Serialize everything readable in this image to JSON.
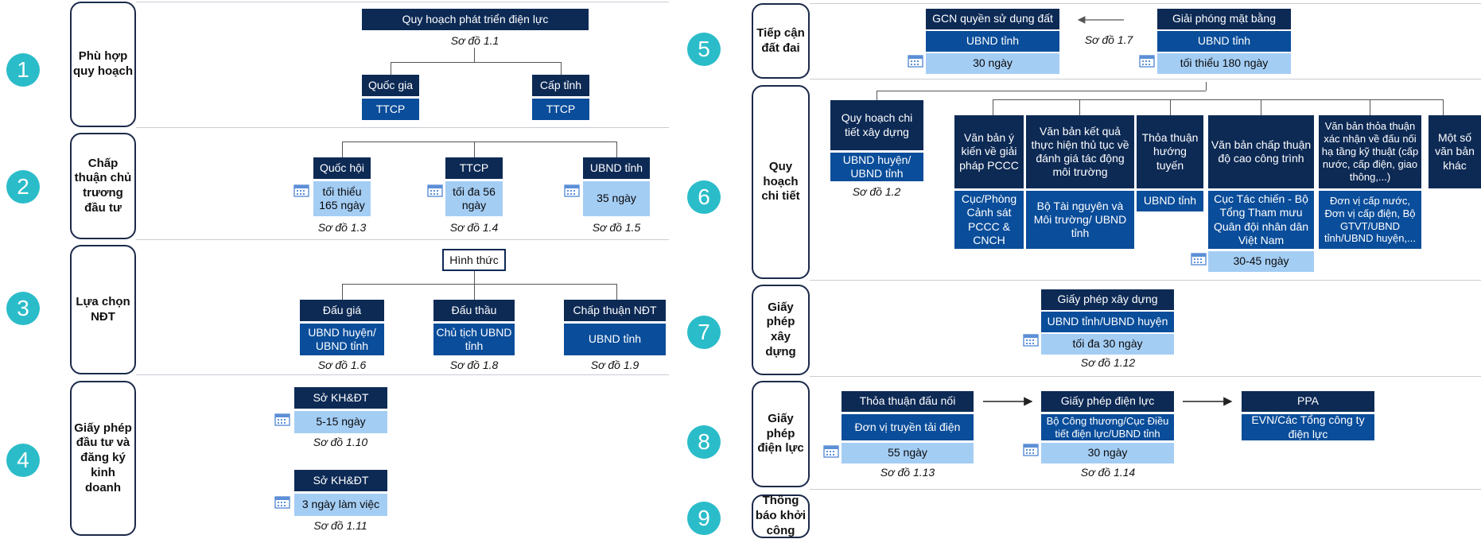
{
  "colors": {
    "navy": "#0d2a55",
    "blue": "#0a4d9a",
    "light": "#a4cdf4",
    "teal": "#2bbcc9"
  },
  "steps": {
    "s1": "1",
    "s2": "2",
    "s3": "3",
    "s4": "4",
    "s5": "5",
    "s6": "6",
    "s7": "7",
    "s8": "8",
    "s9": "9"
  },
  "stages": {
    "s1": "Phù hợp quy hoạch",
    "s2": "Chấp thuận chủ trương đầu tư",
    "s3": "Lựa chọn NĐT",
    "s4": "Giấy phép đầu tư và đăng ký kinh doanh",
    "s5": "Tiếp cận đất đai",
    "s6": "Quy hoạch chi tiết",
    "s7": "Giấy phép xây dựng",
    "s8": "Giấy phép điện lực",
    "s9": "Thông báo khởi công"
  },
  "p1": {
    "top": "Quy hoạch phát triển điện lực",
    "cap": "Sơ đồ 1.1",
    "a": "Quốc gia",
    "a_sub": "TTCP",
    "b": "Cấp tỉnh",
    "b_sub": "TTCP"
  },
  "p2": {
    "a": "Quốc hội",
    "a_time": "tối thiểu 165 ngày",
    "a_cap": "Sơ đồ 1.3",
    "b": "TTCP",
    "b_time": "tối đa 56 ngày",
    "b_cap": "Sơ đồ 1.4",
    "c": "UBND tỉnh",
    "c_time": "35 ngày",
    "c_cap": "Sơ đồ 1.5"
  },
  "p3": {
    "top": "Hình thức",
    "a": "Đấu giá",
    "a_sub": "UBND huyện/ UBND tỉnh",
    "a_cap": "Sơ đồ 1.6",
    "b": "Đấu thầu",
    "b_sub": "Chủ tịch UBND tỉnh",
    "b_cap": "Sơ đồ 1.8",
    "c": "Chấp thuận NĐT",
    "c_sub": "UBND tỉnh",
    "c_cap": "Sơ đồ 1.9"
  },
  "p4": {
    "a": "Sở KH&ĐT",
    "a_time": "5-15 ngày",
    "a_cap": "Sơ đồ 1.10",
    "b": "Sở KH&ĐT",
    "b_time": "3 ngày làm việc",
    "b_cap": "Sơ đồ 1.11"
  },
  "p5": {
    "a": "GCN quyền sử dụng đất",
    "a_sub": "UBND tỉnh",
    "a_time": "30 ngày",
    "cap": "Sơ đồ 1.7",
    "b": "Giải phóng mặt bằng",
    "b_sub": "UBND tỉnh",
    "b_time": "tối thiểu 180 ngày"
  },
  "p6": {
    "a": "Quy hoạch chi tiết xây dựng",
    "a_sub": "UBND huyện/ UBND tỉnh",
    "a_cap": "Sơ đồ 1.2",
    "b": "Văn bản ý kiến về giải pháp PCCC",
    "b_sub": "Cục/Phòng Cảnh sát PCCC & CNCH",
    "c": "Văn bản kết quả thực hiện thủ tục về đánh giá tác động môi trường",
    "c_sub": "Bộ Tài nguyên và Môi trường/ UBND tỉnh",
    "d": "Thỏa thuận hướng tuyến",
    "d_sub": "UBND tỉnh",
    "e": "Văn bản chấp thuận độ cao công trình",
    "e_sub": "Cục Tác chiến - Bộ Tổng Tham mưu Quân đội nhân dân Việt Nam",
    "e_time": "30-45 ngày",
    "f": "Văn bản thỏa thuận xác nhận về đấu nối hạ tầng kỹ thuật (cấp nước, cấp điện, giao thông,...)",
    "f_sub": "Đơn vị cấp nước, Đơn vị cấp điện, Bộ GTVT/UBND tỉnh/UBND huyện,...",
    "g": "Một số văn bản khác"
  },
  "p7": {
    "a": "Giấy phép xây dựng",
    "a_sub": "UBND tỉnh/UBND huyện",
    "a_time": "tối đa 30 ngày",
    "cap": "Sơ đồ 1.12"
  },
  "p8": {
    "a": "Thỏa thuận đấu nối",
    "a_sub": "Đơn vị truyền tải điện",
    "a_time": "55 ngày",
    "a_cap": "Sơ đồ 1.13",
    "b": "Giấy phép điện lực",
    "b_sub": "Bộ Công thương/Cục Điều tiết điện lực/UBND tỉnh",
    "b_time": "30 ngày",
    "b_cap": "Sơ đồ 1.14",
    "c": "PPA",
    "c_sub": "EVN/Các Tổng công ty điện lực"
  }
}
